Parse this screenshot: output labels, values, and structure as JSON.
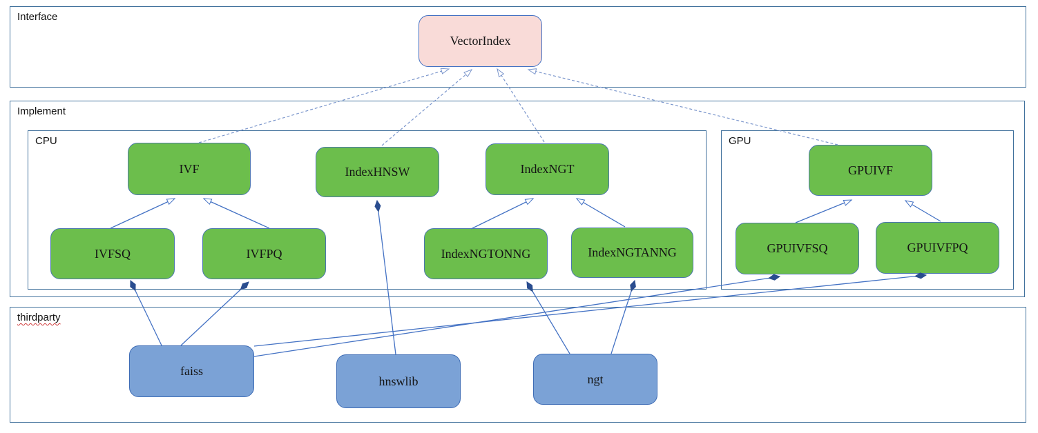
{
  "containers": {
    "interface": {
      "label": "Interface"
    },
    "implement": {
      "label": "Implement"
    },
    "cpu": {
      "label": "CPU"
    },
    "gpu": {
      "label": "GPU"
    },
    "thirdparty": {
      "label": "thirdparty"
    }
  },
  "nodes": {
    "vectorindex": {
      "label": "VectorIndex",
      "kind": "interface"
    },
    "ivf": {
      "label": "IVF",
      "kind": "cpu-implementation"
    },
    "indexhnsw": {
      "label": "IndexHNSW",
      "kind": "cpu-implementation"
    },
    "indexngt": {
      "label": "IndexNGT",
      "kind": "cpu-implementation"
    },
    "ivfsq": {
      "label": "IVFSQ",
      "kind": "cpu-implementation"
    },
    "ivfpq": {
      "label": "IVFPQ",
      "kind": "cpu-implementation"
    },
    "indexngtonng": {
      "label": "IndexNGTONNG",
      "kind": "cpu-implementation"
    },
    "indexngtanng": {
      "label": "IndexNGTANNG",
      "kind": "cpu-implementation"
    },
    "gpuivf": {
      "label": "GPUIVF",
      "kind": "gpu-implementation"
    },
    "gpuivfsq": {
      "label": "GPUIVFSQ",
      "kind": "gpu-implementation"
    },
    "gpuivfpq": {
      "label": "GPUIVFPQ",
      "kind": "gpu-implementation"
    },
    "faiss": {
      "label": "faiss",
      "kind": "thirdparty-library"
    },
    "hnswlib": {
      "label": "hnswlib",
      "kind": "thirdparty-library"
    },
    "ngt": {
      "label": "ngt",
      "kind": "thirdparty-library"
    }
  },
  "edges": [
    {
      "from": "ivf",
      "to": "vectorindex",
      "style": "dashed",
      "head": "hollow-arrow",
      "relation": "implements"
    },
    {
      "from": "indexhnsw",
      "to": "vectorindex",
      "style": "dashed",
      "head": "hollow-arrow",
      "relation": "implements"
    },
    {
      "from": "indexngt",
      "to": "vectorindex",
      "style": "dashed",
      "head": "hollow-arrow",
      "relation": "implements"
    },
    {
      "from": "gpuivf",
      "to": "vectorindex",
      "style": "dashed",
      "head": "hollow-arrow",
      "relation": "implements"
    },
    {
      "from": "ivfsq",
      "to": "ivf",
      "style": "solid",
      "head": "hollow-arrow",
      "relation": "inherits"
    },
    {
      "from": "ivfpq",
      "to": "ivf",
      "style": "solid",
      "head": "hollow-arrow",
      "relation": "inherits"
    },
    {
      "from": "indexngtonng",
      "to": "indexngt",
      "style": "solid",
      "head": "hollow-arrow",
      "relation": "inherits"
    },
    {
      "from": "indexngtanng",
      "to": "indexngt",
      "style": "solid",
      "head": "hollow-arrow",
      "relation": "inherits"
    },
    {
      "from": "gpuivfsq",
      "to": "gpuivf",
      "style": "solid",
      "head": "hollow-arrow",
      "relation": "inherits"
    },
    {
      "from": "gpuivfpq",
      "to": "gpuivf",
      "style": "solid",
      "head": "hollow-arrow",
      "relation": "inherits"
    },
    {
      "from": "hnswlib",
      "to": "indexhnsw",
      "style": "solid",
      "head": "filled-diamond",
      "relation": "composition"
    },
    {
      "from": "faiss",
      "to": "ivfsq",
      "style": "solid",
      "head": "filled-diamond",
      "relation": "composition"
    },
    {
      "from": "faiss",
      "to": "ivfpq",
      "style": "solid",
      "head": "filled-diamond",
      "relation": "composition"
    },
    {
      "from": "faiss",
      "to": "gpuivfsq",
      "style": "solid",
      "head": "filled-diamond",
      "relation": "composition"
    },
    {
      "from": "faiss",
      "to": "gpuivfpq",
      "style": "solid",
      "head": "filled-diamond",
      "relation": "composition"
    },
    {
      "from": "ngt",
      "to": "indexngtonng",
      "style": "solid",
      "head": "filled-diamond",
      "relation": "composition"
    },
    {
      "from": "ngt",
      "to": "indexngtanng",
      "style": "solid",
      "head": "filled-diamond",
      "relation": "composition"
    }
  ],
  "colors": {
    "node_green": "#6cbe4c",
    "node_blue": "#7ba2d6",
    "node_pink": "#f9dbd8",
    "container_border": "#41719c",
    "edge_solid": "#4472c4",
    "edge_dashed": "#7b96cc",
    "diamond": "#2a4d8f",
    "squiggle_red": "#d03a3a"
  }
}
